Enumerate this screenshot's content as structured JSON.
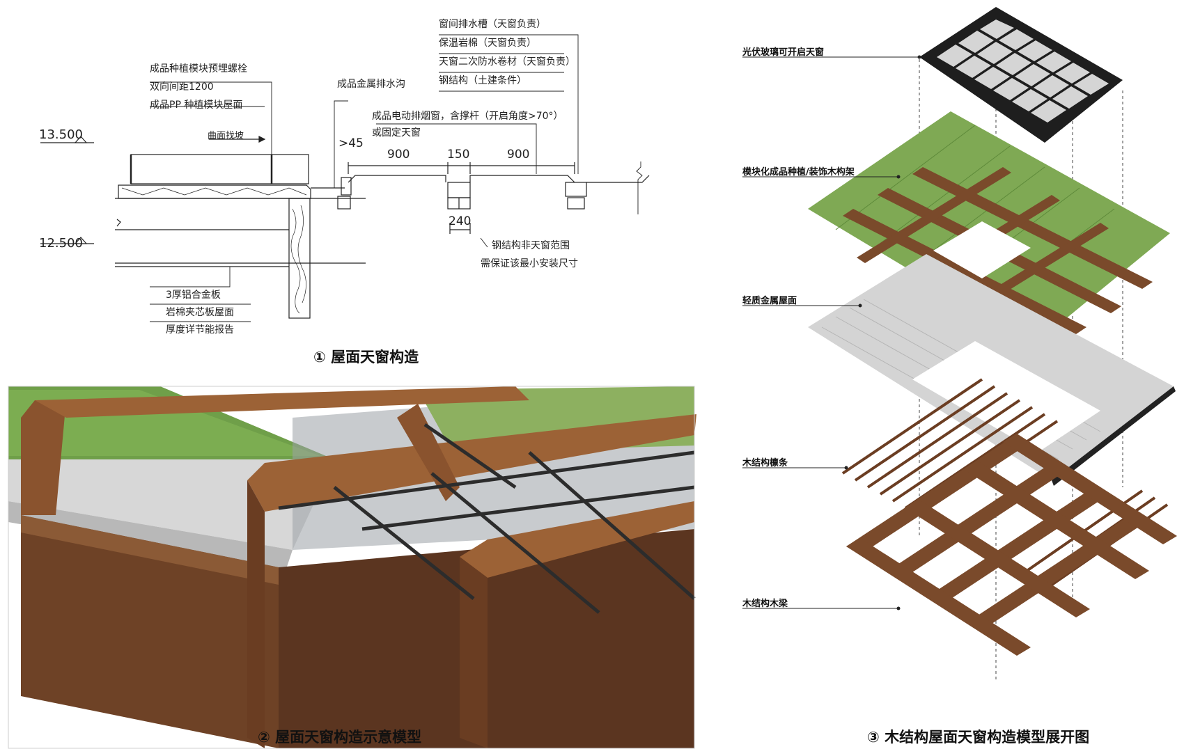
{
  "detail_drawing": {
    "caption": "① 屋面天窗构造",
    "elevation_top": "13.500",
    "elevation_bottom": "12.500",
    "notes_top_left": [
      "成品种植模块预埋螺栓",
      "双向间距1200",
      "成品PP 种植模块屋面"
    ],
    "slope_note": "曲面找坡",
    "notes_bottom_left": [
      "3厚铝合金板",
      "岩棉夹芯板屋面",
      "厚度详节能报告"
    ],
    "gutter_note": "成品金属排水沟",
    "window_note": [
      "成品电动排烟窗，含撑杆（开启角度>70°）",
      "或固定天窗"
    ],
    "notes_top_right": [
      "窗间排水槽（天窗负责）",
      "保温岩棉（天窗负责）",
      "天窗二次防水卷材（天窗负责）",
      "钢结构（土建条件）"
    ],
    "dim_45": ">45",
    "dim_900_a": "900",
    "dim_150": "150",
    "dim_900_b": "900",
    "dim_240": "240",
    "steel_note": [
      "钢结构非天窗范围",
      "需保证该最小安装尺寸"
    ]
  },
  "model_view": {
    "caption": "② 屋面天窗构造示意模型"
  },
  "exploded_view": {
    "caption": "③ 木结构屋面天窗构造模型展开图",
    "labels": [
      "光伏玻璃可开启天窗",
      "模块化成品种植/装饰木构架",
      "轻质金属屋面",
      "木结构檩条",
      "木结构木梁"
    ]
  },
  "colors": {
    "line": "#222222",
    "grass": "#7da656",
    "grass_dark": "#5f8a3c",
    "wood": "#7a4a2b",
    "wood_dark": "#4e2c17",
    "metal": "#d9d9d9",
    "glass": "#cfcfcf",
    "frame": "#222222"
  }
}
